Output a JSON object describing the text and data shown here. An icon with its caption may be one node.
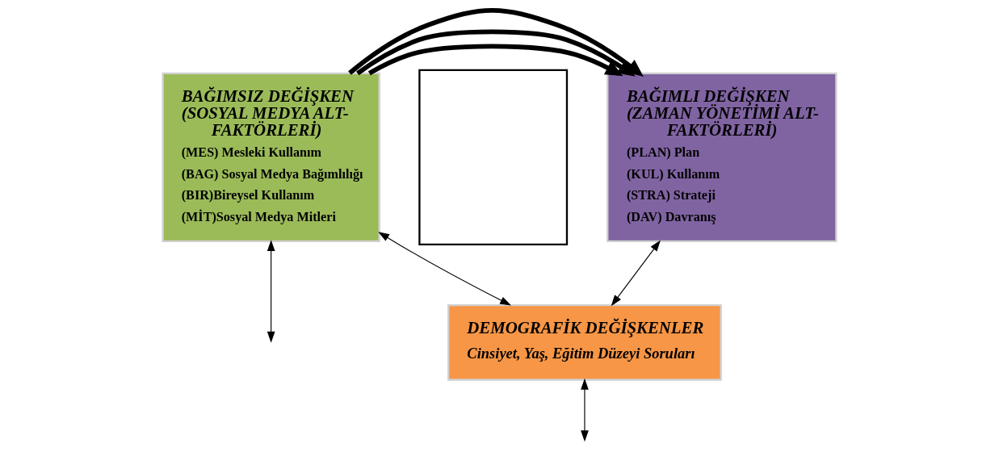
{
  "diagram": {
    "nodes": [
      {
        "text": [
          "BAĞIMSIZ DEĞİŞKEN (SOSYAL MEDYA ALT-FAKTÖRLERİ)",
          "(MES) Mesleki Kullanım",
          "(BAG) Sosyal Medya Bağımlılığı",
          "(BIR)Bireysel Kullanım",
          "(MİT)Sosyal Medya Mitleri"
        ]
      },
      {
        "text": [],
        "shape": "box"
      },
      {
        "text": [
          "BAĞIMLI DEĞİŞKEN (ZAMAN YÖNETİMİ ALT-FAKTÖRLERİ)",
          "(PLAN) Plan",
          "(KUL) Kullanım",
          "(STRA) Strateji",
          "(DAV) Davranış"
        ]
      },
      {
        "text": [
          "DEMOGRAFİK DEĞİŞKENLER",
          "Cinsiyet, Yaş, Eğitim Düzeyi Soruları"
        ]
      }
    ],
    "edges": [
      {
        "from": 0,
        "to": 2,
        "arrow": "to",
        "style": "thick"
      },
      {
        "from": 0,
        "to": 2,
        "arrow": "to",
        "style": "thick"
      },
      {
        "from": 0,
        "to": 2,
        "arrow": "to",
        "style": "thick"
      },
      {
        "from": 0,
        "to": null,
        "arrow": "both"
      },
      {
        "from": 0,
        "to": 3,
        "arrow": "both"
      },
      {
        "from": 2,
        "to": 3,
        "arrow": "both"
      },
      {
        "from": 3,
        "to": null,
        "arrow": "both"
      }
    ]
  }
}
